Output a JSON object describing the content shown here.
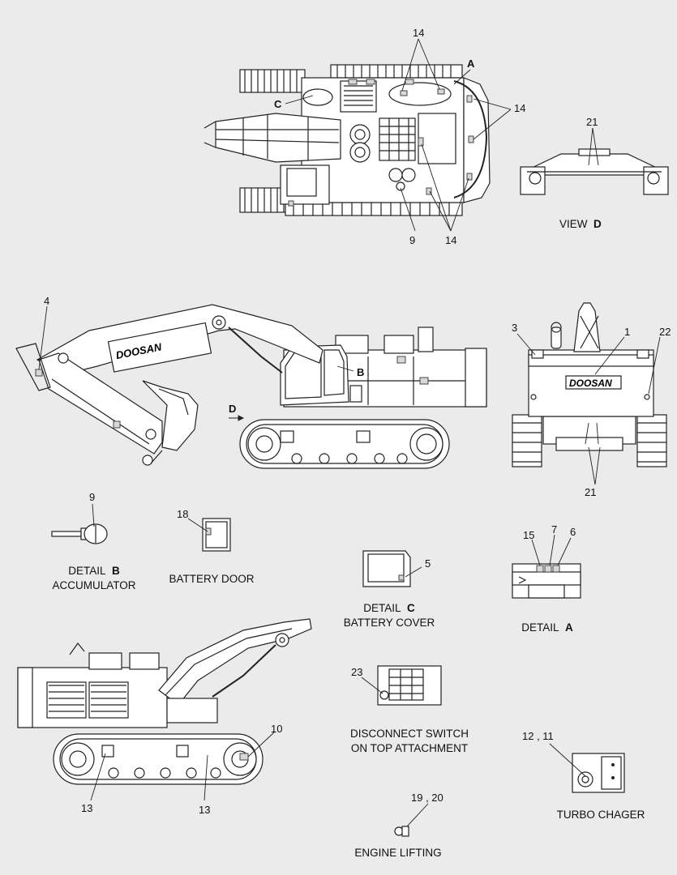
{
  "labels": {
    "top_14_upper": "14",
    "top_A": "A",
    "top_C": "C",
    "top_14_right": "14",
    "top_9": "9",
    "top_14_bottom": "14",
    "view_d_21": "21",
    "side_4": "4",
    "side_B": "B",
    "side_D": "D",
    "rear_3": "3",
    "rear_1": "1",
    "rear_22": "22",
    "rear_21": "21",
    "detail_b_9": "9",
    "battery_door_18": "18",
    "detail_c_5": "5",
    "detail_a_15": "15",
    "detail_a_7": "7",
    "detail_a_6": "6",
    "lower_10": "10",
    "lower_13_left": "13",
    "lower_13_right": "13",
    "disconnect_23": "23",
    "turbo_12_11": "12 , 11",
    "engine_19_20": "19 , 20"
  },
  "captions": {
    "view_d": {
      "prefix": "VIEW",
      "bold": "D"
    },
    "detail_b": {
      "prefix": "DETAIL",
      "bold": "B",
      "line2": "ACCUMULATOR"
    },
    "battery_door": "BATTERY DOOR",
    "detail_c": {
      "prefix": "DETAIL",
      "bold": "C",
      "line2": "BATTERY COVER"
    },
    "detail_a": {
      "prefix": "DETAIL",
      "bold": "A"
    },
    "disconnect": {
      "line1": "DISCONNECT SWITCH",
      "line2": "ON TOP ATTACHMENT"
    },
    "turbo": "TURBO CHAGER",
    "engine_lifting": "ENGINE LIFTING"
  },
  "brand": {
    "logo_text": "DOOSAN"
  },
  "colors": {
    "background": "#ebebeb",
    "ink": "#222222"
  }
}
